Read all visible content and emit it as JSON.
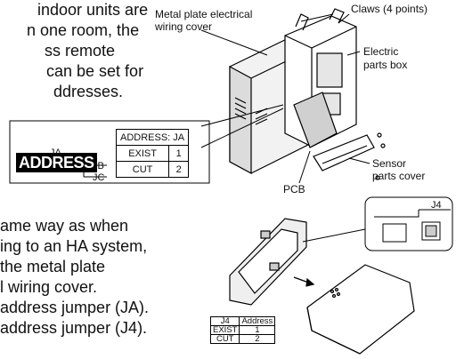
{
  "text_top": [
    "indoor units are",
    "n one room, the",
    "ss remote",
    "can be set for",
    "ddresses."
  ],
  "text_bottom": [
    "ame way as when",
    "ing to an HA system,",
    "the metal plate",
    "l wiring cover.",
    "address jumper (JA).",
    "address jumper (J4)."
  ],
  "labels": {
    "metal_plate": [
      "Metal plate electrical",
      "wiring cover"
    ],
    "claws": "Claws (4 points)",
    "electric_box": [
      "Electric",
      "parts box"
    ],
    "sensor_cover": [
      "Sensor",
      "parts cover"
    ],
    "pcb": "PCB"
  },
  "address_panel": {
    "badge": "ADDRESS",
    "ja": "JA",
    "jb": "JB",
    "jc": "JC",
    "table": {
      "header": "ADDRESS: JA",
      "rows": [
        [
          "EXIST",
          "1"
        ],
        [
          "CUT",
          "2"
        ]
      ]
    }
  },
  "j4_inset": {
    "label": "J4"
  },
  "j4_table": {
    "headers": [
      "J4",
      "Address"
    ],
    "rows": [
      [
        "EXIST",
        "1"
      ],
      [
        "CUT",
        "2"
      ]
    ]
  }
}
